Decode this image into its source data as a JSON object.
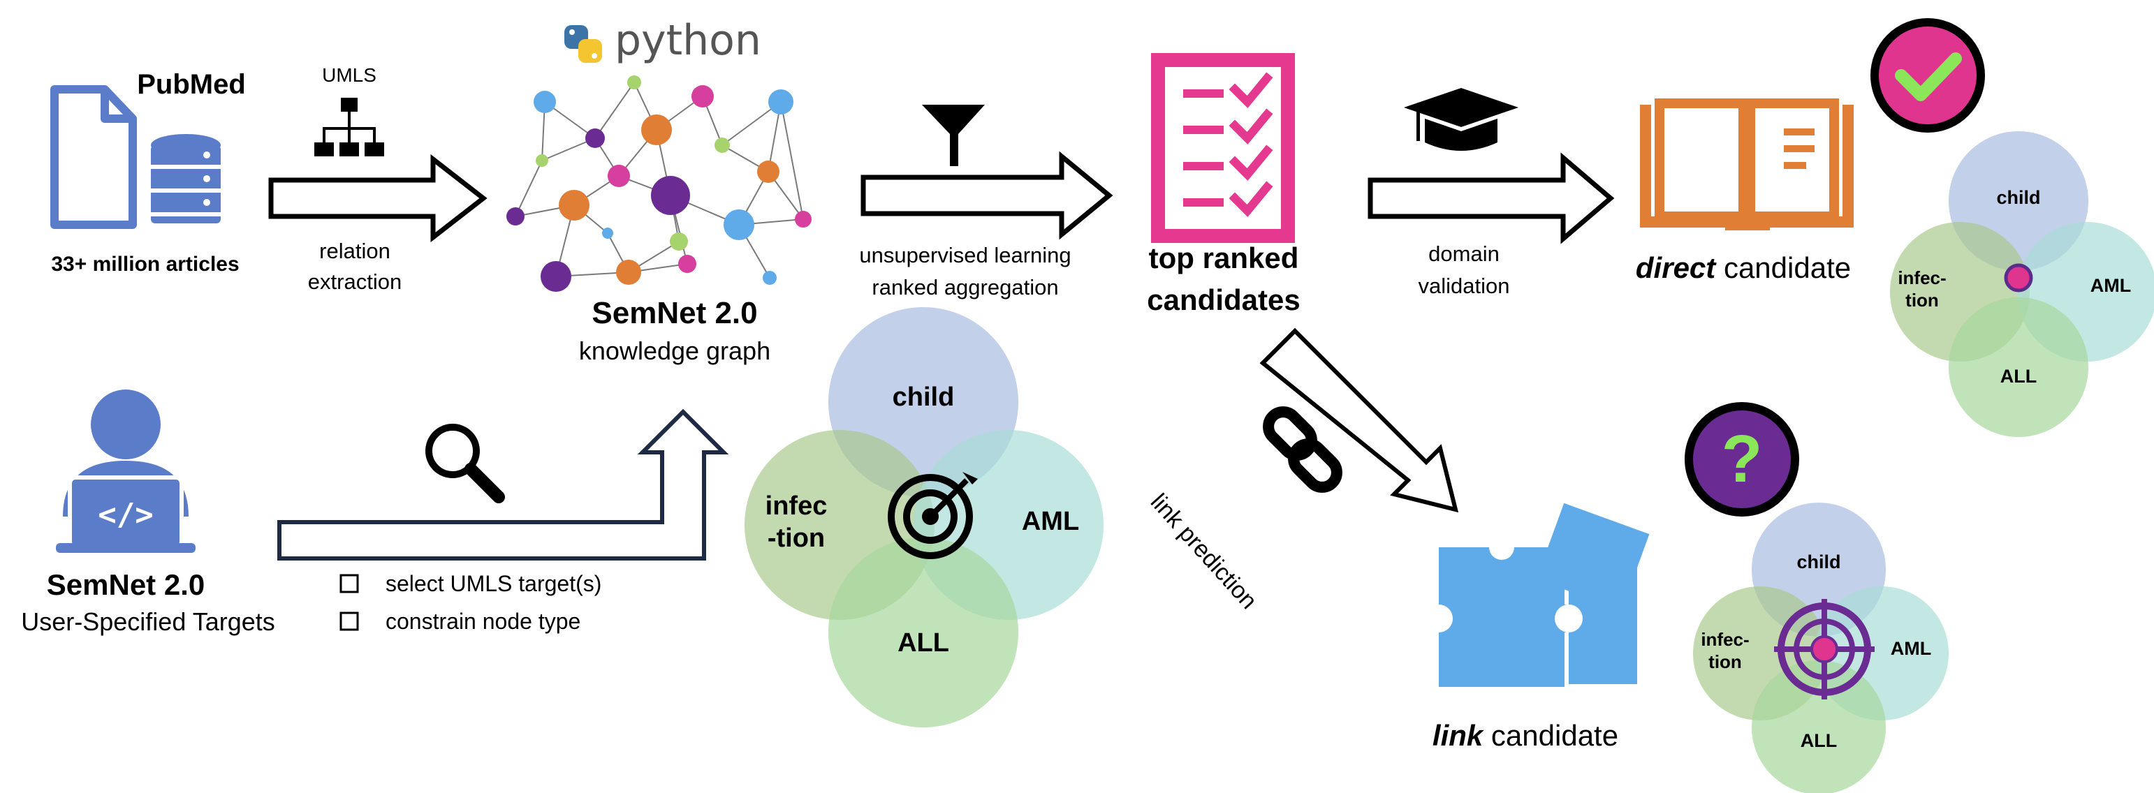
{
  "pubmed": {
    "title": "PubMed",
    "subtitle": "33+ million articles"
  },
  "umls_label": "UMLS",
  "relation_extraction": [
    "relation",
    "extraction"
  ],
  "python_logo_text": "python",
  "semnet_kg": {
    "title": "SemNet 2.0",
    "subtitle": "knowledge graph"
  },
  "unsupervised": [
    "unsupervised learning",
    "ranked aggregation"
  ],
  "top_ranked": [
    "top ranked",
    "candidates"
  ],
  "domain_validation": [
    "domain",
    "validation"
  ],
  "direct_candidate": {
    "emphasis": "direct",
    "rest": " candidate"
  },
  "user_targets": {
    "title": "SemNet 2.0",
    "subtitle": "User-Specified Targets"
  },
  "options": [
    "select UMLS target(s)",
    "constrain node type"
  ],
  "link_prediction": "link prediction",
  "link_candidate": {
    "emphasis": "link",
    "rest": " candidate"
  },
  "venn_main": {
    "top": "child",
    "left": [
      "infec",
      "-tion"
    ],
    "right": "AML",
    "bottom": "ALL"
  },
  "venn_direct": {
    "top": "child",
    "left": [
      "infec-",
      "tion"
    ],
    "right": "AML",
    "bottom": "ALL"
  },
  "venn_link": {
    "top": "child",
    "left": [
      "infec-",
      "tion"
    ],
    "right": "AML",
    "bottom": "ALL"
  },
  "badge_question": "?",
  "colors": {
    "doc_blue": "#5B7CC9",
    "venn_top": "#A9BCE0",
    "venn_left": "#A9C98E",
    "venn_right": "#A9DDD7",
    "venn_bottom": "#A6D79C",
    "checklist_pink": "#E4398E",
    "book_orange": "#E07E35",
    "puzzle_blue": "#5FAAE8",
    "badge_pink": "#E0358F",
    "badge_purple": "#6A2C93",
    "check_green": "#8CE65A",
    "crosshair_purple": "#6A2C93",
    "user_blue": "#5B7CC9"
  }
}
